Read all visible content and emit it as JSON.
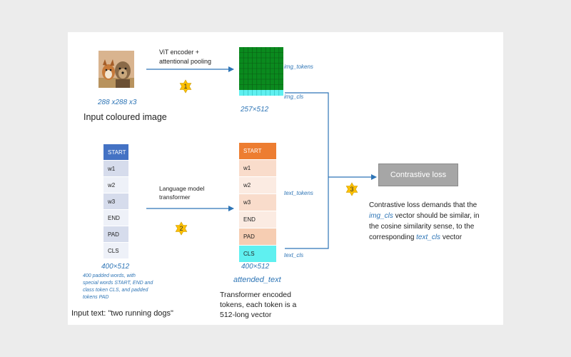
{
  "image_section": {
    "dims": "288 x288 x3",
    "caption": "Input coloured image",
    "encoder_label": [
      "ViT encoder +",
      "attentional pooling"
    ],
    "step": "1",
    "img_tokens_label": "img_tokens",
    "img_cls_label": "img_cls",
    "grid_dims": "257×512"
  },
  "text_section": {
    "input_tokens": [
      "START",
      "w1",
      "w2",
      "w3",
      "END",
      "PAD",
      "CLS"
    ],
    "input_dims": "400×512",
    "input_note": [
      "400 padded words, with",
      "special words START, END and",
      "class token CLS,  and padded",
      "tokens PAD"
    ],
    "input_caption": "Input text: \"two running dogs\"",
    "transformer_label": [
      "Language model",
      "transformer"
    ],
    "step": "2",
    "output_tokens": [
      "START",
      "w1",
      "w2",
      "w3",
      "END",
      "PAD",
      "CLS"
    ],
    "output_dims": "400×512",
    "output_name": "attended_text",
    "output_caption": [
      "Transformer encoded",
      "tokens, each token is a",
      "512-long vector"
    ],
    "text_tokens_label": "text_tokens",
    "text_cls_label": "text_cls"
  },
  "loss_section": {
    "box_label": "Contrastive loss",
    "step": "3",
    "desc_line1": "Contrastive loss demands that the",
    "desc_img_cls": "img_cls",
    "desc_line2_rest": " vector should be similar, in",
    "desc_line3": "the cosine similarity sense, to the",
    "desc_line4_pre": "corresponding ",
    "desc_text_cls": "text_cls",
    "desc_line4_post": " vector"
  },
  "colors": {
    "arrow": "#2e75b6",
    "grid_green": "#0a8a1e",
    "cls_cyan": "#5ff0f0",
    "start_blue": "#4472c4",
    "start_orange": "#ed7d31",
    "token_input": "#d6dcec",
    "token_output": "#f9dccb",
    "loss_box": "#a6a6a6",
    "badge": "#ffc000"
  }
}
